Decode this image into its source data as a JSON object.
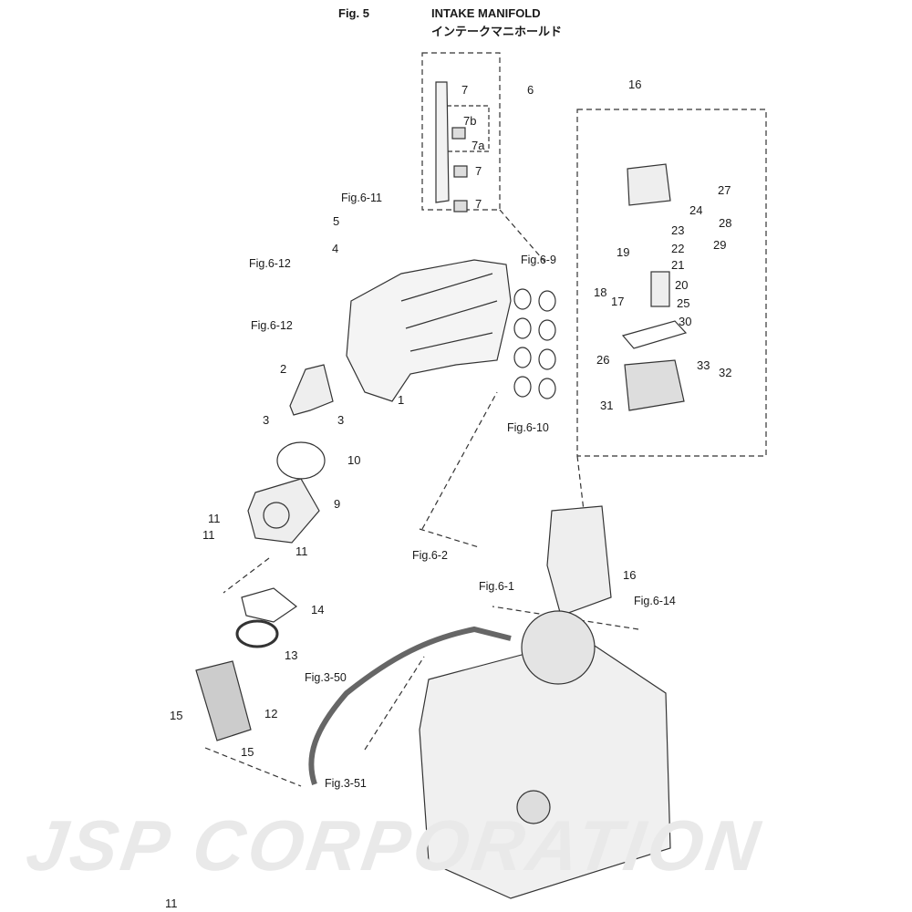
{
  "header": {
    "fig_number": "Fig. 5",
    "title_en": "INTAKE MANIFOLD",
    "title_jp": "インテークマニホールド"
  },
  "watermark": "JSP CORPORATION",
  "page_number": "11",
  "callouts": [
    "6",
    "7",
    "7b",
    "7a",
    "7",
    "7",
    "16",
    "27",
    "24",
    "23",
    "28",
    "22",
    "29",
    "19",
    "21",
    "20",
    "18",
    "17",
    "25",
    "30",
    "26",
    "33",
    "32",
    "31",
    "5",
    "4",
    "2",
    "1",
    "3",
    "3",
    "10",
    "9",
    "11",
    "11",
    "11",
    "16",
    "14",
    "13",
    "12",
    "15",
    "15"
  ],
  "references": [
    "Fig.6-11",
    "Fig.6-12",
    "Fig.6-9",
    "Fig.6-12",
    "Fig.6-10",
    "Fig.6-2",
    "Fig.6-1",
    "Fig.6-14",
    "Fig.3-50",
    "Fig.3-51"
  ],
  "colors": {
    "line": "#333333",
    "watermark": "#e9e9e9"
  }
}
